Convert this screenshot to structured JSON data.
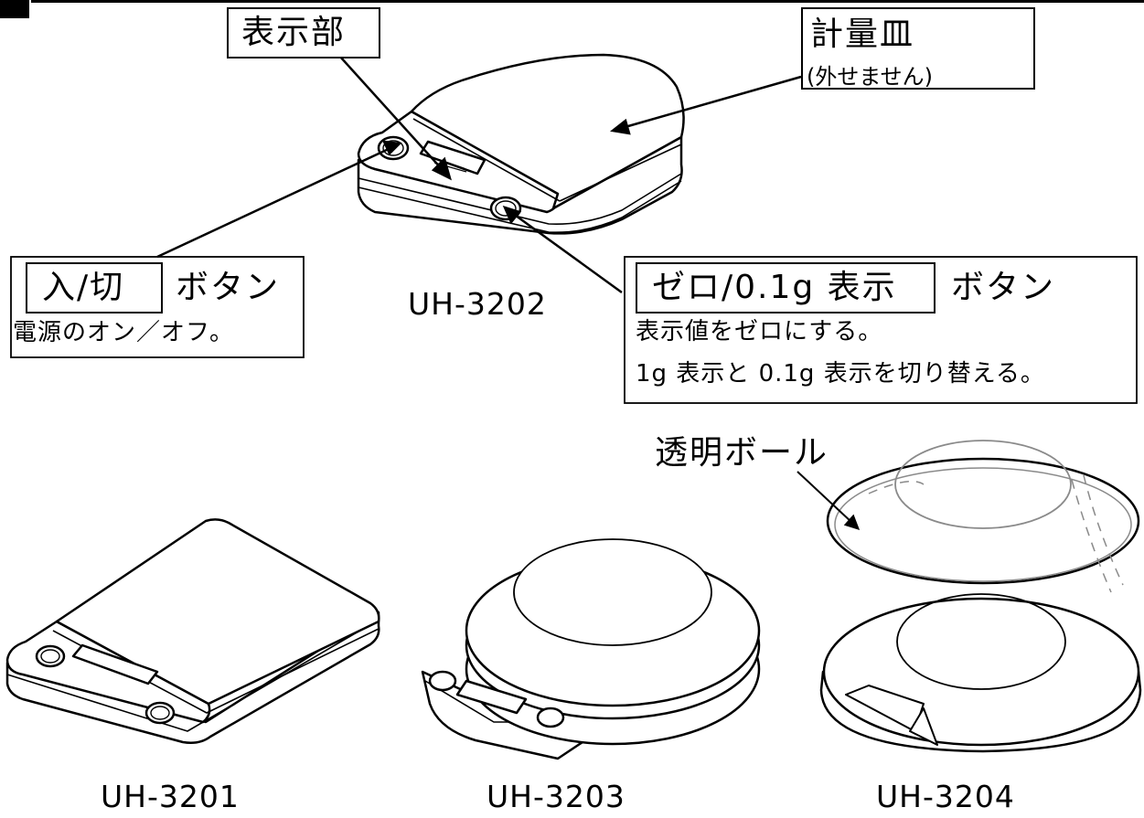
{
  "labels": {
    "display": "表示部",
    "pan": "計量皿",
    "pan_note": "(外せません)",
    "power_key": "入/切",
    "power_suffix": "ボタン",
    "power_desc": "電源のオン／オフ。",
    "zero_key": "ゼロ/0.1g 表示",
    "zero_suffix": "ボタン",
    "zero_desc_1": "表示値をゼロにする。",
    "zero_desc_2": "1g 表示と 0.1g 表示を切り替える。",
    "bowl": "透明ボール"
  },
  "models": [
    "UH-3202",
    "UH-3201",
    "UH-3203",
    "UH-3204"
  ],
  "colors": {
    "ink": "#000000",
    "bowl_line": "#8a8a8a",
    "paper": "#ffffff"
  }
}
